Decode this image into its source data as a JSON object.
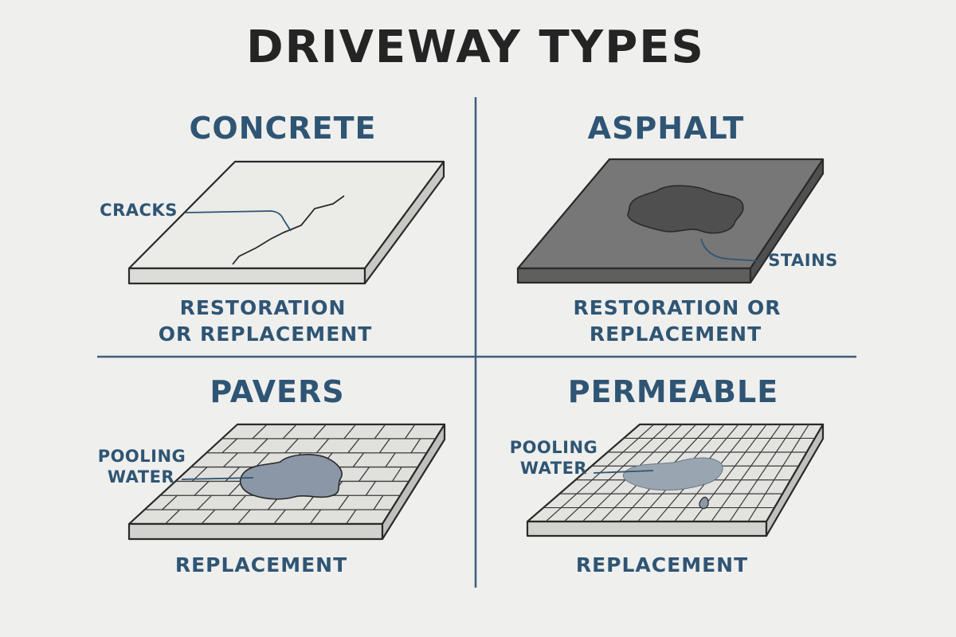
{
  "title": "DRIVEWAY TYPES",
  "colors": {
    "background": "#efefed",
    "heading": "#2f5574",
    "title": "#242424",
    "divider": "#3e5d7a",
    "concrete": "#ebebe8",
    "asphalt": "#777777",
    "pavers": "#e0e0dd",
    "water": "#8b97a6"
  },
  "quadrants": {
    "concrete": {
      "heading": "CONCRETE",
      "callout": "CRACKS",
      "caption_line1": "RESTORATION",
      "caption_line2": "OR REPLACEMENT"
    },
    "asphalt": {
      "heading": "ASPHALT",
      "callout": "STAINS",
      "caption_line1": "RESTORATION OR",
      "caption_line2": "REPLACEMENT"
    },
    "pavers": {
      "heading": "PAVERS",
      "callout_line1": "POOLING",
      "callout_line2": "WATER",
      "caption": "REPLACEMENT"
    },
    "permeable": {
      "heading": "PERMEABLE",
      "callout_line1": "POOLING",
      "callout_line2": "WATER",
      "caption": "REPLACEMENT"
    }
  }
}
